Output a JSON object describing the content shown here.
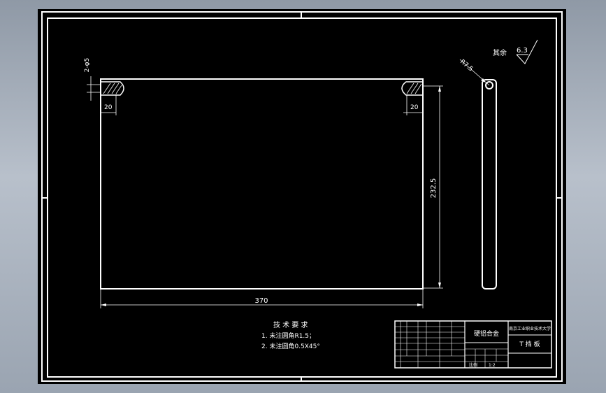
{
  "roughness": {
    "label": "其余",
    "value": "6.3"
  },
  "dimensions": {
    "slot_depth": "2-φ5",
    "left_offset": "20",
    "right_offset": "20",
    "radius": "R7.5",
    "height": "232.5",
    "width": "370"
  },
  "technical_requirements": {
    "title": "技 术 要 求",
    "items": [
      "1. 未注圆角R1.5；",
      "2. 未注圆角0.5X45°"
    ]
  },
  "title_block": {
    "material": "硬铝合金",
    "organization": "南京工业职业技术大学",
    "part_name": "T 挡 板",
    "scale_labels": [
      "比例",
      "1:2"
    ]
  },
  "colors": {
    "sheet": "#000000",
    "line": "#ffffff",
    "frame_bg": "#9ea8b5"
  }
}
